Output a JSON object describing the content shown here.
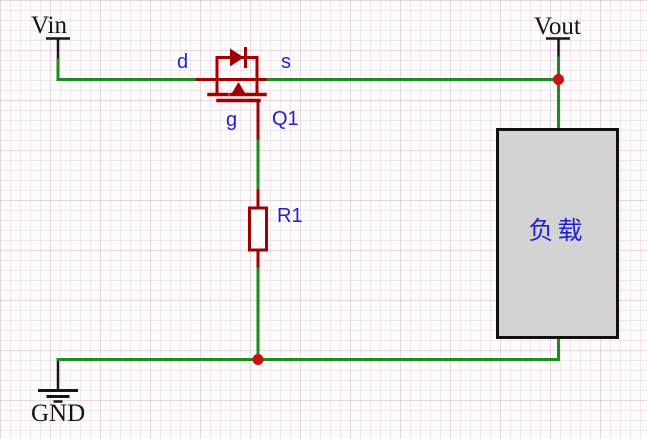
{
  "diagram": {
    "type": "circuit-schematic",
    "terminals": {
      "vin": "Vin",
      "vout": "Vout",
      "gnd": "GND"
    },
    "labels": {
      "drain": "d",
      "source": "s",
      "gate": "g",
      "transistor": "Q1",
      "resistor": "R1",
      "load": "负载"
    },
    "colors": {
      "wire": "#1f8a1f",
      "component": "#a00000",
      "junction": "#cc1111",
      "label": "#2222cc",
      "terminal": "#151515",
      "load_fill": "#d3d3d3",
      "load_border": "#111111"
    }
  }
}
